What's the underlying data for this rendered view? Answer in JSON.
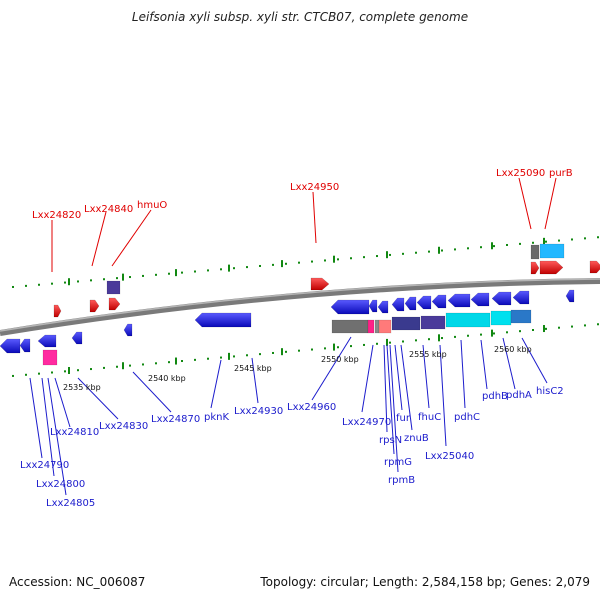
{
  "title": "Leifsonia xyli subsp. xyli str. CTCB07, complete genome",
  "accession_text": "Accession: NC_006087",
  "summary_text": "Topology: circular; Length: 2,584,158 bp; Genes: 2,079",
  "colors": {
    "forward_label": "#e00000",
    "reverse_label": "#1c1ccc",
    "forward_gene": "#ff0000",
    "reverse_gene": "#1010e0",
    "tick": "#118811",
    "backbone": "#808080"
  },
  "scale_labels": [
    "2535 kbp",
    "2540 kbp",
    "2545 kbp",
    "2550 kbp",
    "2555 kbp",
    "2560 kbp"
  ],
  "forward_labels": [
    "Lxx24820",
    "Lxx24840",
    "hmuO",
    "Lxx24950",
    "Lxx25090",
    "purB"
  ],
  "reverse_labels": [
    "Lxx24790",
    "Lxx24800",
    "Lxx24805",
    "Lxx24810",
    "Lxx24830",
    "Lxx24870",
    "pknK",
    "Lxx24930",
    "Lxx24960",
    "Lxx24970",
    "rpsN",
    "rpmG",
    "rpmB",
    "fur",
    "znuB",
    "fhuC",
    "Lxx25040",
    "pdhC",
    "pdhB",
    "pdhA",
    "hisC2"
  ]
}
